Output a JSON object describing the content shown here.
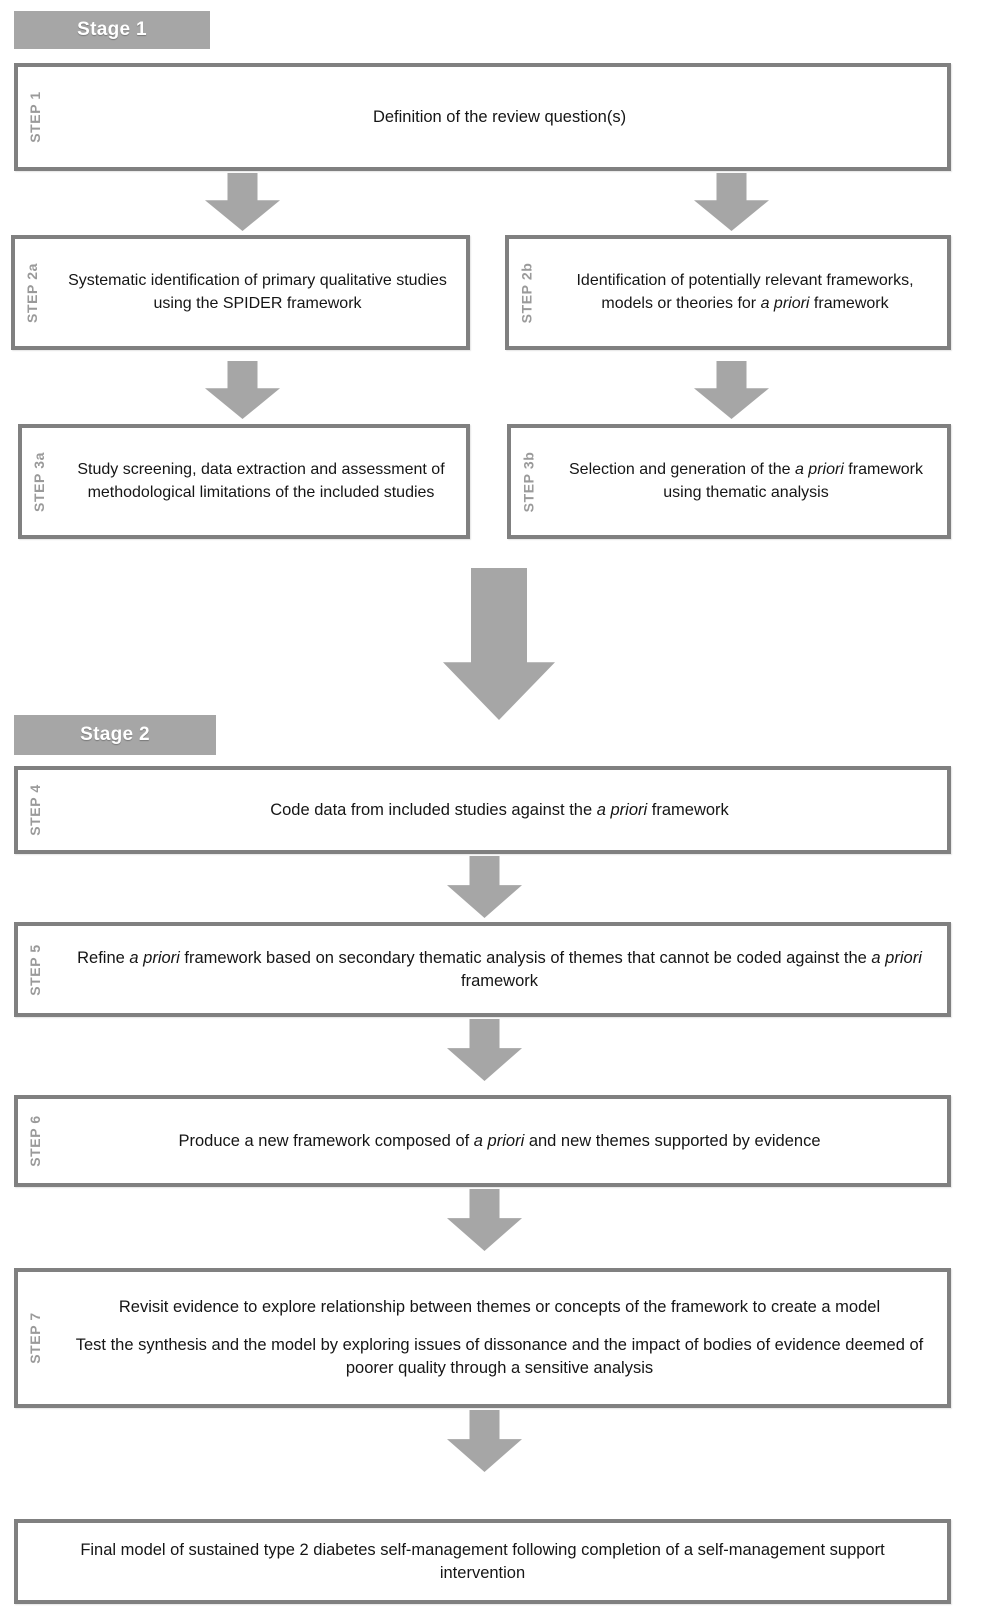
{
  "diagram": {
    "title": "Framework synthesis review stages flowchart",
    "colors": {
      "box_border": "#808080",
      "box_fill": "#ffffff",
      "arrow_fill": "#a6a6a6",
      "stage_banner_fill": "#a6a6a6",
      "stage_banner_text": "#ffffff",
      "step_label_text": "#9a9a9a",
      "body_text": "#151515"
    }
  },
  "stages": [
    {
      "id": "stage-1",
      "label": "Stage 1"
    },
    {
      "id": "stage-2",
      "label": "Stage 2"
    }
  ],
  "steps": {
    "step1": {
      "step_label": "STEP 1",
      "lines": [
        "Definition of the review question(s)"
      ]
    },
    "step2a": {
      "step_label": "STEP 2a",
      "lines": [
        "Systematic identification of primary qualitative studies using the SPIDER framework"
      ]
    },
    "step2b": {
      "step_label": "STEP 2b",
      "lines": [
        "Identification of potentially relevant frameworks, models or theories for <em>a priori</em> framework"
      ]
    },
    "step3a": {
      "step_label": "STEP 3a",
      "lines": [
        "Study screening, data extraction and assessment of methodological limitations of the included studies"
      ]
    },
    "step3b": {
      "step_label": "STEP 3b",
      "lines": [
        "Selection and generation of the <em>a priori</em> framework using thematic analysis"
      ]
    },
    "step4": {
      "step_label": "STEP 4",
      "lines": [
        "Code data from included studies against the <em>a priori</em> framework"
      ]
    },
    "step5": {
      "step_label": "STEP 5",
      "lines": [
        "Refine <em>a priori</em> framework based on secondary thematic analysis of themes that cannot be coded against the <em>a priori</em> framework"
      ]
    },
    "step6": {
      "step_label": "STEP 6",
      "lines": [
        "Produce a new framework composed of <em>a priori</em> and new themes supported by evidence"
      ]
    },
    "step7": {
      "step_label": "STEP 7",
      "lines": [
        "Revisit evidence to explore relationship between themes or concepts of the framework to create a model",
        "Test the synthesis and the model by exploring issues of dissonance and the impact of bodies of evidence deemed of poorer quality through a sensitive analysis"
      ]
    },
    "final": {
      "step_label": "",
      "lines": [
        "Final model of sustained type 2 diabetes self-management following completion of a self-management support intervention"
      ]
    }
  },
  "arrows": [
    {
      "id": "arrow-step1-to-step2a",
      "from": "step1",
      "to": "step2a",
      "size": "small",
      "direction": "down"
    },
    {
      "id": "arrow-step1-to-step2b",
      "from": "step1",
      "to": "step2b",
      "size": "small",
      "direction": "down"
    },
    {
      "id": "arrow-step2a-to-step3a",
      "from": "step2a",
      "to": "step3a",
      "size": "small",
      "direction": "down"
    },
    {
      "id": "arrow-step2b-to-step3b",
      "from": "step2b",
      "to": "step3b",
      "size": "small",
      "direction": "down"
    },
    {
      "id": "arrow-stage1-to-stage2",
      "from": "stage-1",
      "to": "stage-2",
      "size": "big",
      "direction": "down"
    },
    {
      "id": "arrow-step4-to-step5",
      "from": "step4",
      "to": "step5",
      "size": "small",
      "direction": "down"
    },
    {
      "id": "arrow-step5-to-step6",
      "from": "step5",
      "to": "step6",
      "size": "small",
      "direction": "down"
    },
    {
      "id": "arrow-step6-to-step7",
      "from": "step6",
      "to": "step7",
      "size": "small",
      "direction": "down"
    },
    {
      "id": "arrow-step7-to-final",
      "from": "step7",
      "to": "final",
      "size": "small",
      "direction": "down"
    }
  ]
}
